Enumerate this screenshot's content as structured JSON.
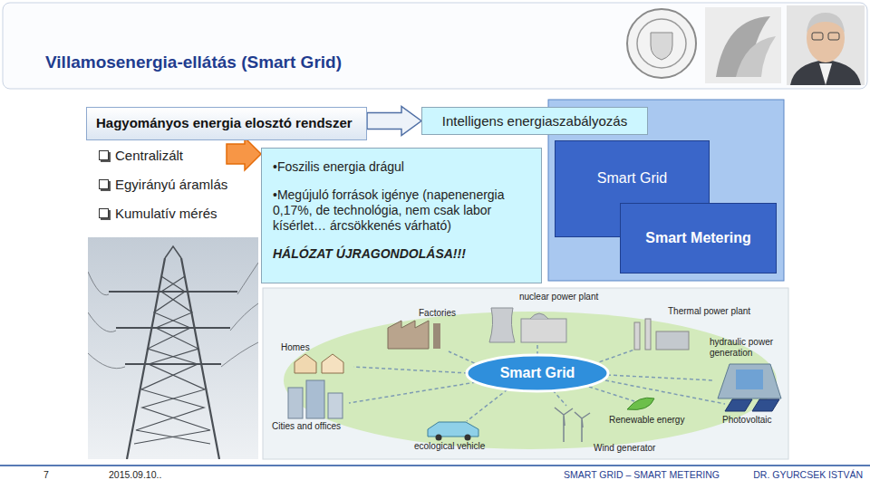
{
  "diagram": {
    "title": "Villamosenergia-ellátás (Smart Grid)",
    "nodes": [
      {
        "text": [
          "Hagyományos energia elosztó rendszer",
          "Centralizált",
          "Egyirányú áramlás",
          "Kumulatív mérés"
        ]
      },
      {
        "text": [
          "•Foszilis energia drágul",
          "•Megújuló források igénye (napenenergia 0,17%, de technológia, nem csak labor kísérlet… árcsökkenés várható)",
          "HÁLÓZAT ÚJRAGONDOLÁSA!!!"
        ]
      },
      {
        "text": [
          "Intelligens energiaszabályozás"
        ]
      },
      {
        "text": [
          "Smart Grid"
        ]
      },
      {
        "text": [
          "Smart Metering"
        ]
      }
    ],
    "edges": [
      {
        "from": 0,
        "to": 2,
        "arrow": "to"
      },
      {
        "from": 0,
        "to": 1,
        "arrow": "to"
      }
    ],
    "labels": [
      "nuclear power plant",
      "Factories",
      "Thermal power plant",
      "Homes",
      "hydraulic power generation",
      "Smart Grid",
      "Cities and offices",
      "Renewable energy",
      "Photovoltaic",
      "ecological vehicle",
      "Wind generator",
      "7",
      "2015.09.10..",
      "SMART GRID – SMART METERING",
      "DR. GYURCSEK ISTVÁN"
    ]
  }
}
